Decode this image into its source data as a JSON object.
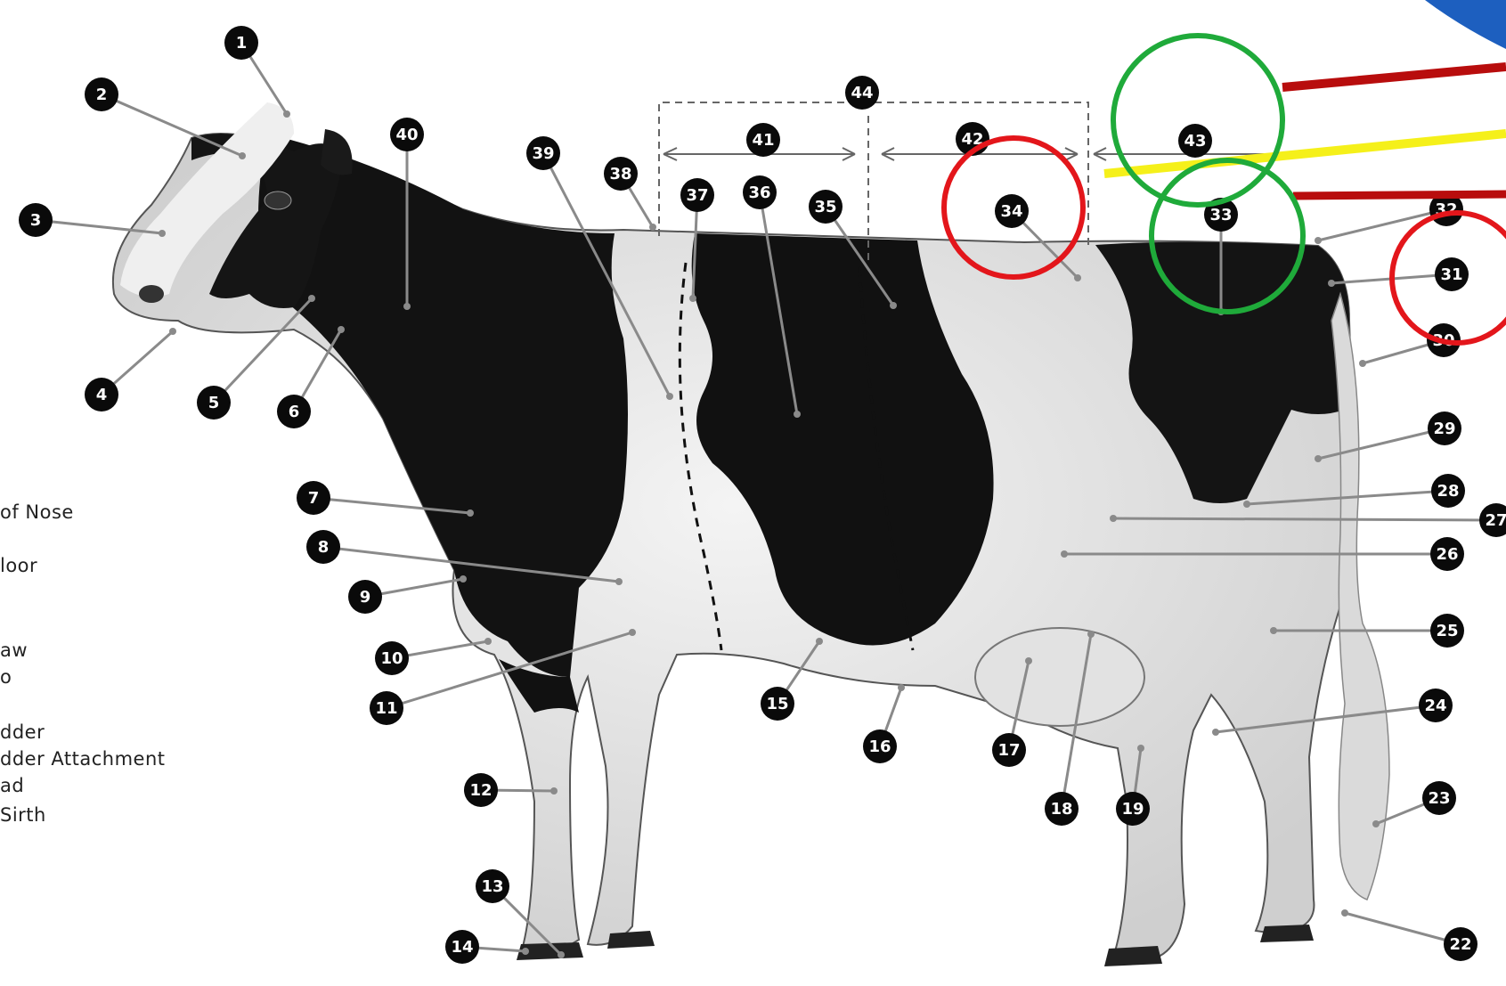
{
  "diagram": {
    "subject": "Holstein cow part diagram",
    "labels": [
      "1",
      "2",
      "3",
      "4",
      "5",
      "6",
      "7",
      "8",
      "9",
      "10",
      "11",
      "12",
      "13",
      "14",
      "15",
      "16",
      "17",
      "18",
      "19",
      "22",
      "23",
      "24",
      "25",
      "26",
      "27",
      "28",
      "29",
      "30",
      "31",
      "32",
      "33",
      "34",
      "35",
      "36",
      "37",
      "38",
      "39",
      "40",
      "41",
      "42",
      "43",
      "44"
    ]
  },
  "legend_fragments": [
    "of Nose",
    "loor",
    "aw",
    "o",
    "dder",
    "dder Attachment",
    "ad",
    "Sirth"
  ],
  "annotations": {
    "red_circles": [
      "34",
      "31"
    ],
    "green_circles": [
      "43",
      "33"
    ],
    "colors": {
      "red": "#e3161b",
      "green": "#1faa3a",
      "dark_red": "#b80d0d",
      "yellow": "#f5f01a",
      "blue": "#1d5fbf"
    }
  }
}
